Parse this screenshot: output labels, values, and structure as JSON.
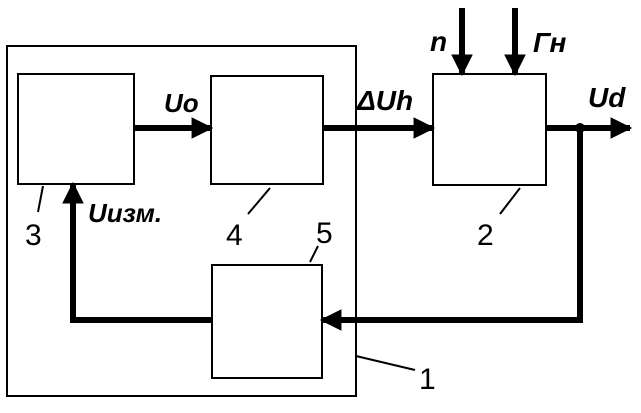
{
  "signals": {
    "u0": "Uo",
    "delta_uh": "ΔUh",
    "ud": "Ud",
    "u_izm": "Uизм.",
    "n": "n",
    "gn": "Гн"
  },
  "blocks": {
    "b1": "1",
    "b2": "2",
    "b3": "3",
    "b4": "4",
    "b5": "5"
  },
  "colors": {
    "ink": "#000000",
    "background": "#ffffff"
  }
}
